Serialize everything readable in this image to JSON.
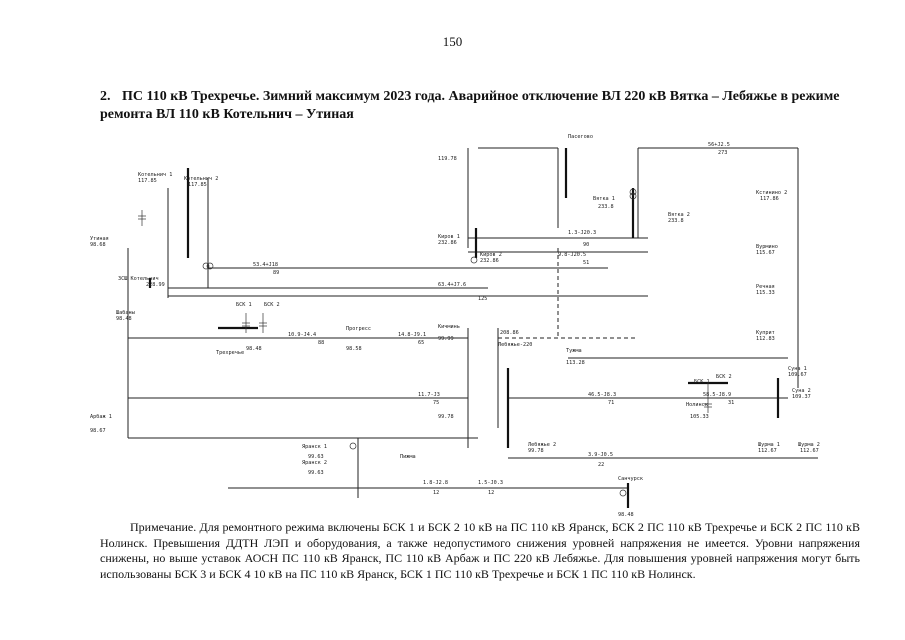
{
  "page": {
    "number": "150"
  },
  "heading": {
    "number": "2.",
    "text": "ПС 110 кВ Трехречье. Зимний максимум 2023 года. Аварийное отключение ВЛ 220 кВ Вятка – Лебяжье в режиме ремонта ВЛ 110 кВ Котельнич – Утиная"
  },
  "note": {
    "text": "Примечание. Для ремонтного режима включены БСК 1 и БСК 2 10 кВ на ПС 110 кВ Яранск, БСК 2 ПС 110 кВ Трехречье и БСК 2 ПС 110 кВ Нолинск. Превышения ДДТН ЛЭП и оборудования, а также недопустимого снижения уровней напряжения не имеется. Уровни напряжения снижены, но выше уставок АОСН ПС 110 кВ Яранск, ПС 110 кВ Арбаж и ПС 220 кВ Лебяжье. Для повышения уровней напряжения могут быть использованы БСК 3 и БСК 4 10 кВ на ПС 110 кВ Яранск, БСК 1 ПС 110 кВ Трехречье и БСК 1 ПС 110 кВ Нолинск."
  },
  "scheme": {
    "substations": [
      {
        "name": "Котельнич 1",
        "u": "117.85"
      },
      {
        "name": "Котельнич 2",
        "u": "117.85"
      },
      {
        "name": "Утиная",
        "u": "98.68"
      },
      {
        "name": "ЗСШ Котельнич",
        "u": "228.99"
      },
      {
        "name": "Киров 1",
        "u": "232.86"
      },
      {
        "name": "Киров 2",
        "u": "232.86"
      },
      {
        "name": "Пасегово",
        "u": "119.78"
      },
      {
        "name": "Вятка 1",
        "u": "233.8"
      },
      {
        "name": "Вятка 2",
        "u": "233.8"
      },
      {
        "name": "Кстинино 2",
        "u": "117.86"
      },
      {
        "name": "Вурмино",
        "u": "115.67"
      },
      {
        "name": "Речная",
        "u": "115.33"
      },
      {
        "name": "Куприт",
        "u": "112.83"
      },
      {
        "name": "Суна 1",
        "u": "109.67"
      },
      {
        "name": "Суна 2",
        "u": "109.37"
      },
      {
        "name": "Шабаны",
        "u": "98.48"
      },
      {
        "name": "Прогресс",
        "u": "98.58"
      },
      {
        "name": "Трехречье",
        "u": "98.48"
      },
      {
        "name": "Кичминь",
        "u": "99.99"
      },
      {
        "name": "Лебяжье-220",
        "u": "208.86"
      },
      {
        "name": "Тужма",
        "u": "113.28"
      },
      {
        "name": "Нолинск",
        "u": "105.33"
      },
      {
        "name": "Яранск 1",
        "u": "99.63"
      },
      {
        "name": "Яранск 2",
        "u": "99.63"
      },
      {
        "name": "Арбаж 1",
        "u": "98.67"
      },
      {
        "name": "Пижма",
        "u": "99.78"
      },
      {
        "name": "Лебяжье 2",
        "u": "99.78"
      },
      {
        "name": "Шурма 1",
        "u": "112.67"
      },
      {
        "name": "Шурма 2",
        "u": "112.67"
      },
      {
        "name": "Санчурск",
        "u": "98.48"
      }
    ],
    "devices": [
      "БСК 1",
      "БСК 2",
      "БСК 1",
      "БСК 2"
    ],
    "lines": [
      {
        "flow": "56+J2.5",
        "id": "273"
      },
      {
        "flow": "1.3-J20.3",
        "id": "90"
      },
      {
        "flow": "9.8-J20.5",
        "id": "51"
      },
      {
        "flow": "63.4+J7.6",
        "id": "125"
      },
      {
        "flow": "53.4+J18",
        "id": "89"
      },
      {
        "flow": "10.9-J4.4",
        "id": "88"
      },
      {
        "flow": "14.8-J9.1",
        "id": "65"
      },
      {
        "flow": "46.5-J8.3",
        "id": "71"
      },
      {
        "flow": "58.5-J8.9",
        "id": "31"
      },
      {
        "flow": "11.7-J3",
        "id": "75"
      },
      {
        "flow": "1.8-J2.8",
        "id": "12"
      },
      {
        "flow": "1.5-J0.3",
        "id": "12"
      },
      {
        "flow": "3.9-J0.5",
        "id": "22"
      }
    ]
  }
}
